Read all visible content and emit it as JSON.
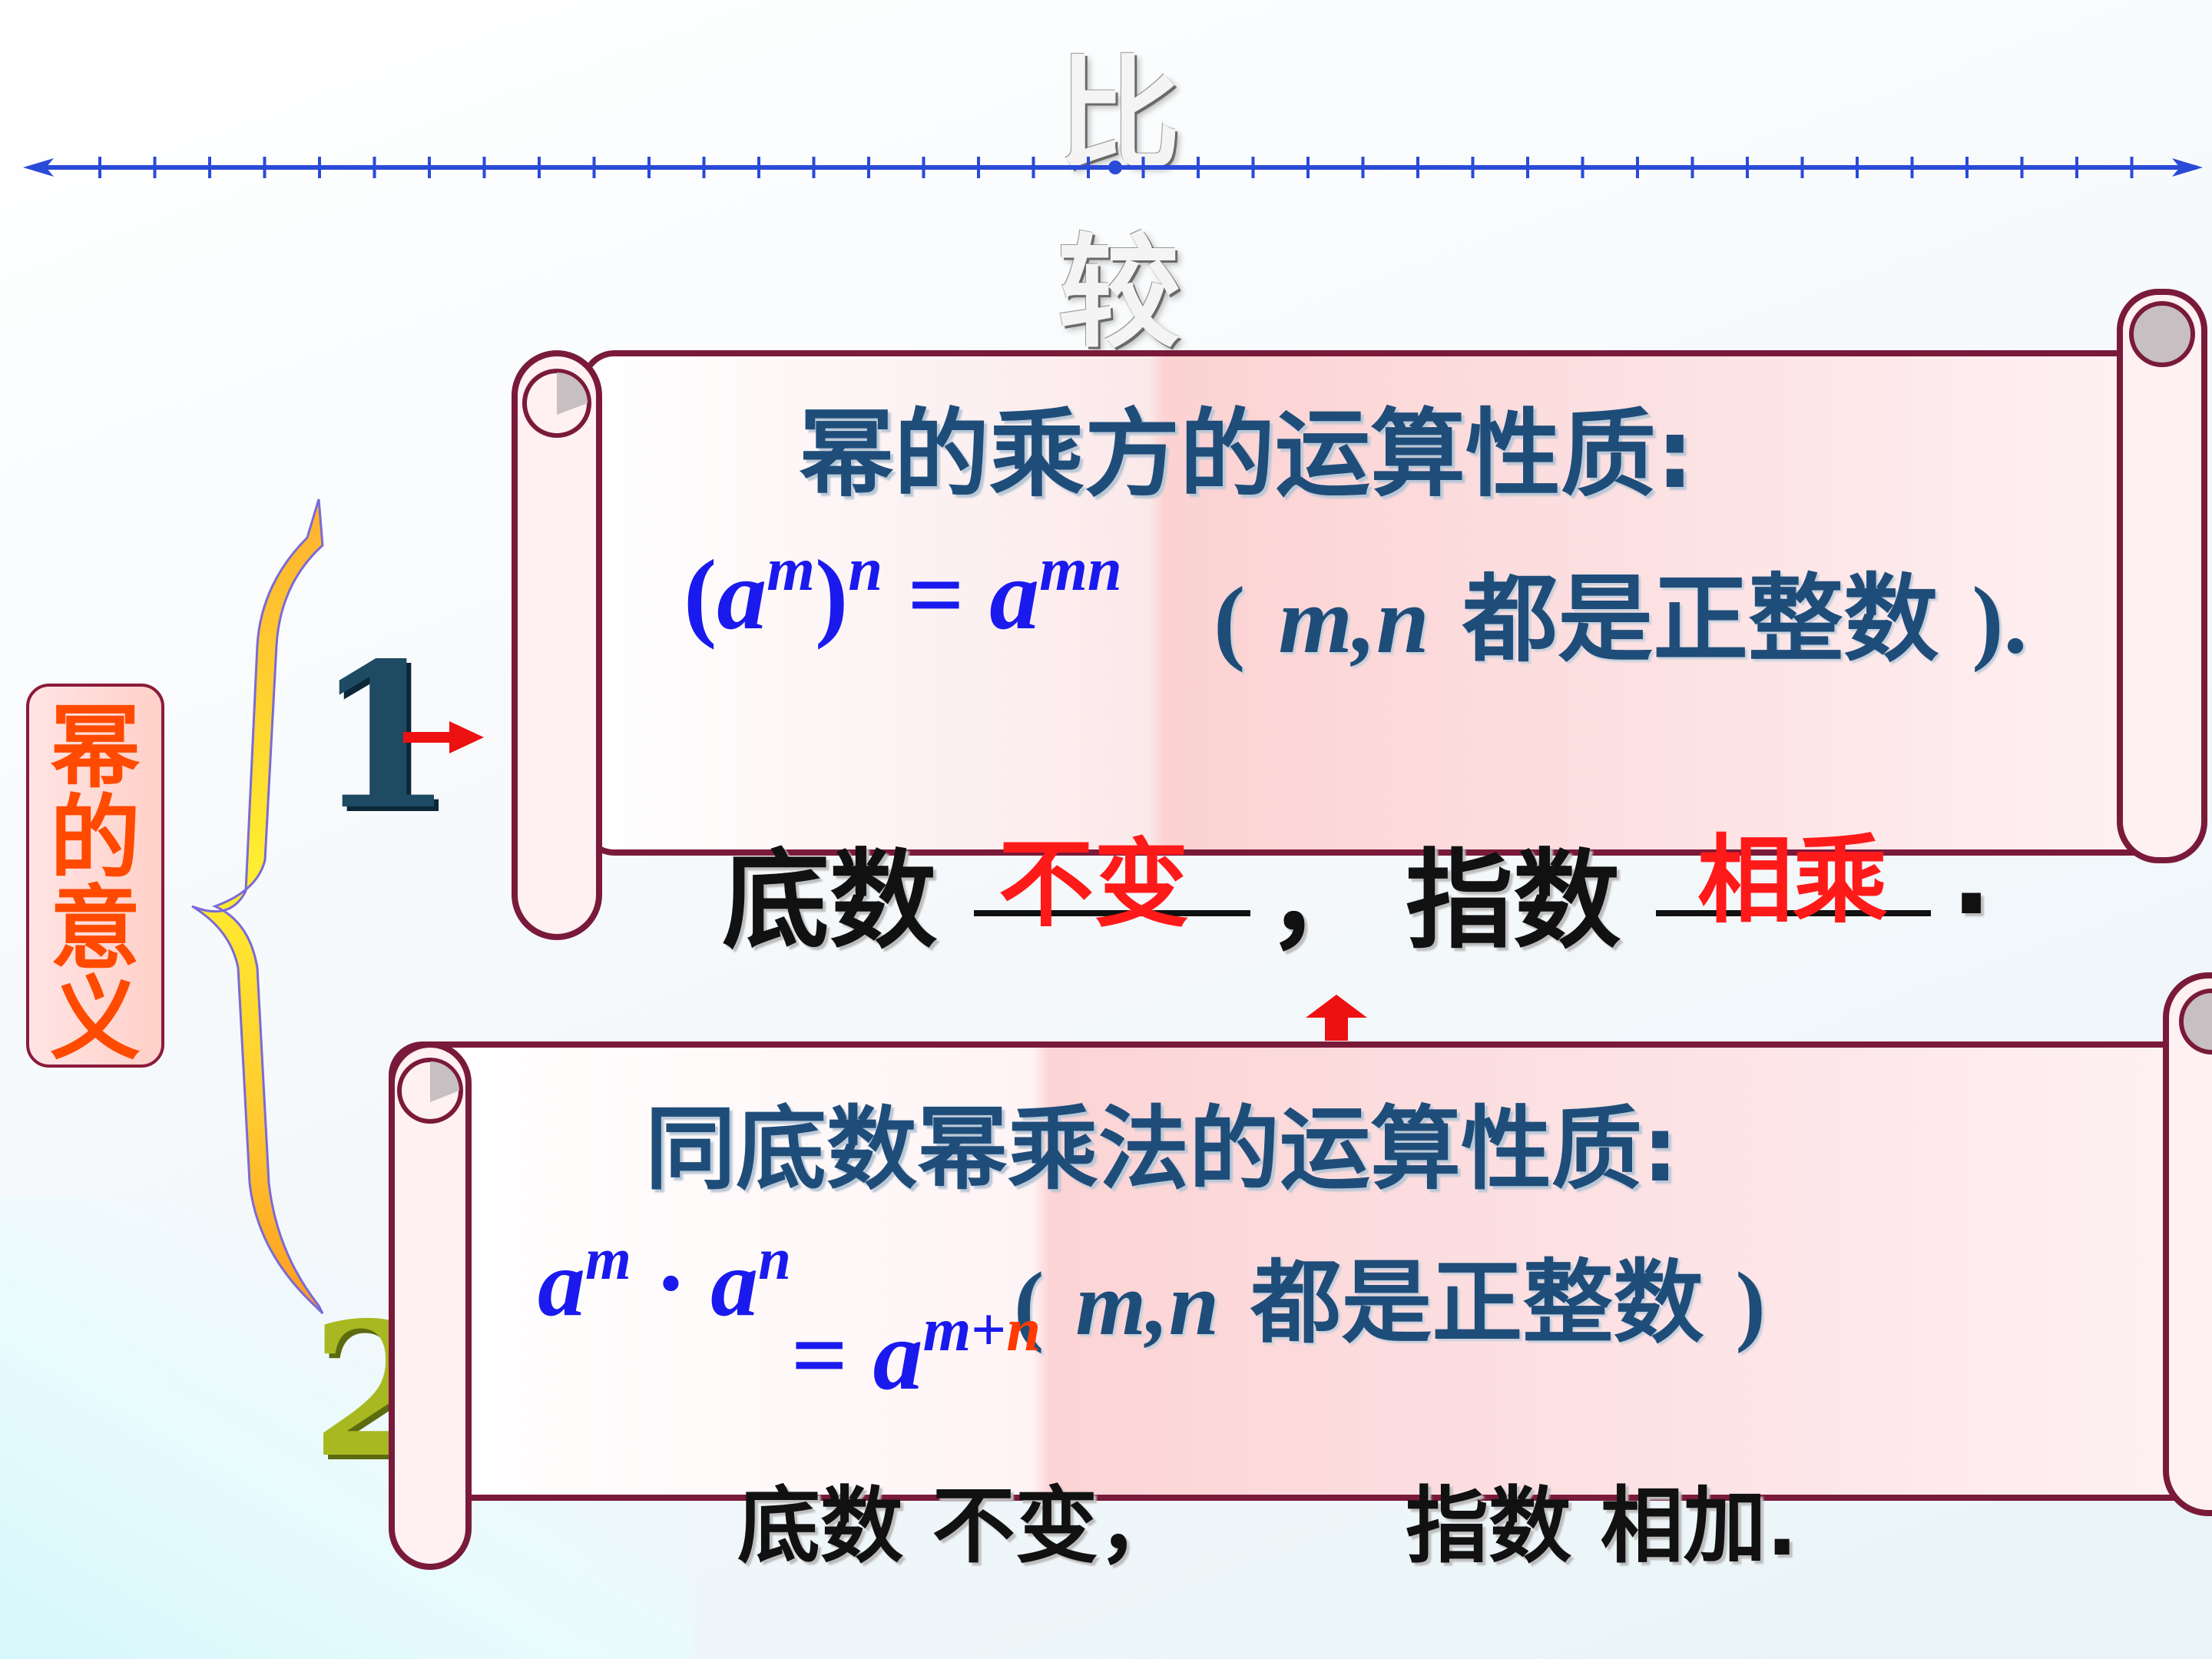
{
  "title": "比较",
  "label": {
    "chars": [
      "幂",
      "的",
      "意",
      "义"
    ]
  },
  "numbers": {
    "one": "1",
    "two": "2"
  },
  "scroll1": {
    "heading": "幂的乘方的运算性质:",
    "formula_base": "a",
    "formula_exp_m": "m",
    "formula_exp_n": "n",
    "formula_eq": "=",
    "formula_rhs_base": "a",
    "formula_rhs_exp": "mn",
    "condition_open": "(",
    "condition_vars": "m,n",
    "condition_text": "都是正整数",
    "condition_close": ").",
    "rule_base": "底数",
    "rule_comma": "，",
    "rule_exp": "指数",
    "rule_period": ".",
    "answer_base": "不变",
    "answer_exp": "相乘"
  },
  "scroll2": {
    "heading": "同底数幂乘法的运算性质:",
    "lhs_a1": "a",
    "lhs_m": "m",
    "lhs_dot": "·",
    "lhs_a2": "a",
    "lhs_n": "n",
    "condition_open": "(",
    "condition_vars": "m,n",
    "condition_text": "都是正整数",
    "condition_close": ")",
    "rhs_eq": "=",
    "rhs_base": "a",
    "rhs_m": "m",
    "rhs_plus": "+",
    "rhs_n": "n",
    "rule_line": "底数 不变，",
    "rule_line2": "指数 相加."
  },
  "colors": {
    "formula_blue": "#1a1aee",
    "heading_navy": "#1f4d7a",
    "answer_red": "#ff1a1a",
    "label_orange": "#ff4a00",
    "scroll_border": "#7a1a3a",
    "axis_blue": "#2a4ad8"
  }
}
